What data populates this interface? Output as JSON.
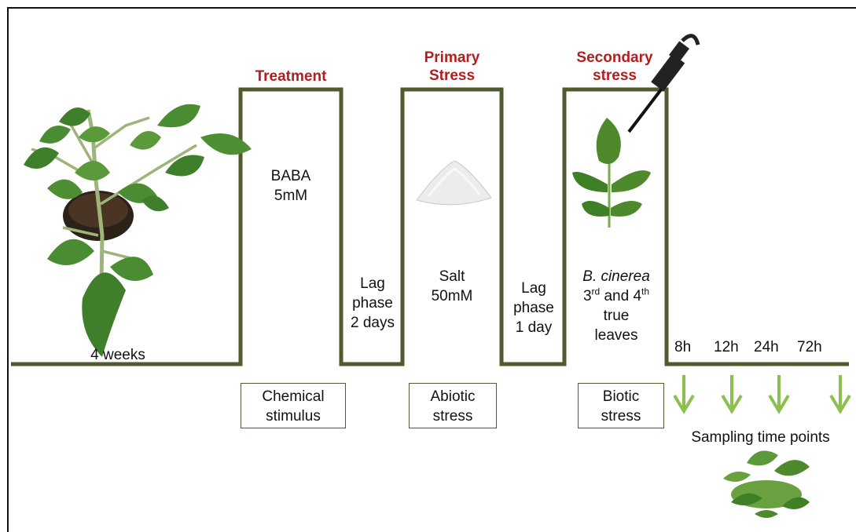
{
  "colors": {
    "timeline": "#4f5a2d",
    "title_red": "#b21e1e",
    "arrow_green": "#8cbe50",
    "leaf_green": "#4e8a2c",
    "leaf_dark": "#2f6a1c",
    "border": "#111111"
  },
  "plant": {
    "label": "4 weeks"
  },
  "treatment": {
    "title": "Treatment",
    "line1": "BABA",
    "line2": "5mM",
    "category_line1": "Chemical",
    "category_line2": "stimulus"
  },
  "lag1": {
    "line1": "Lag",
    "line2": "phase",
    "line3": "2 days"
  },
  "primary": {
    "title_line1": "Primary",
    "title_line2": "Stress",
    "line1": "Salt",
    "line2": "50mM",
    "category_line1": "Abiotic",
    "category_line2": "stress"
  },
  "lag2": {
    "line1": "Lag",
    "line2": "phase",
    "line3": "1 day"
  },
  "secondary": {
    "title_line1": "Secondary",
    "title_line2": "stress",
    "pathogen": "B. cinerea",
    "leaf_a": "3",
    "sup_a": "rd",
    "and_text": " and 4",
    "sup_b": "th",
    "line3": "true",
    "line4": "leaves",
    "category_line1": "Biotic",
    "category_line2": "stress"
  },
  "sampling": {
    "times": [
      "8h",
      "12h",
      "24h",
      "72h"
    ],
    "label": "Sampling time points"
  },
  "icons": [
    "tomato-plant-icon",
    "salt-pile-icon",
    "tomato-leaf-icon",
    "pipette-icon",
    "down-arrow-icon",
    "leaf-cluster-icon"
  ]
}
